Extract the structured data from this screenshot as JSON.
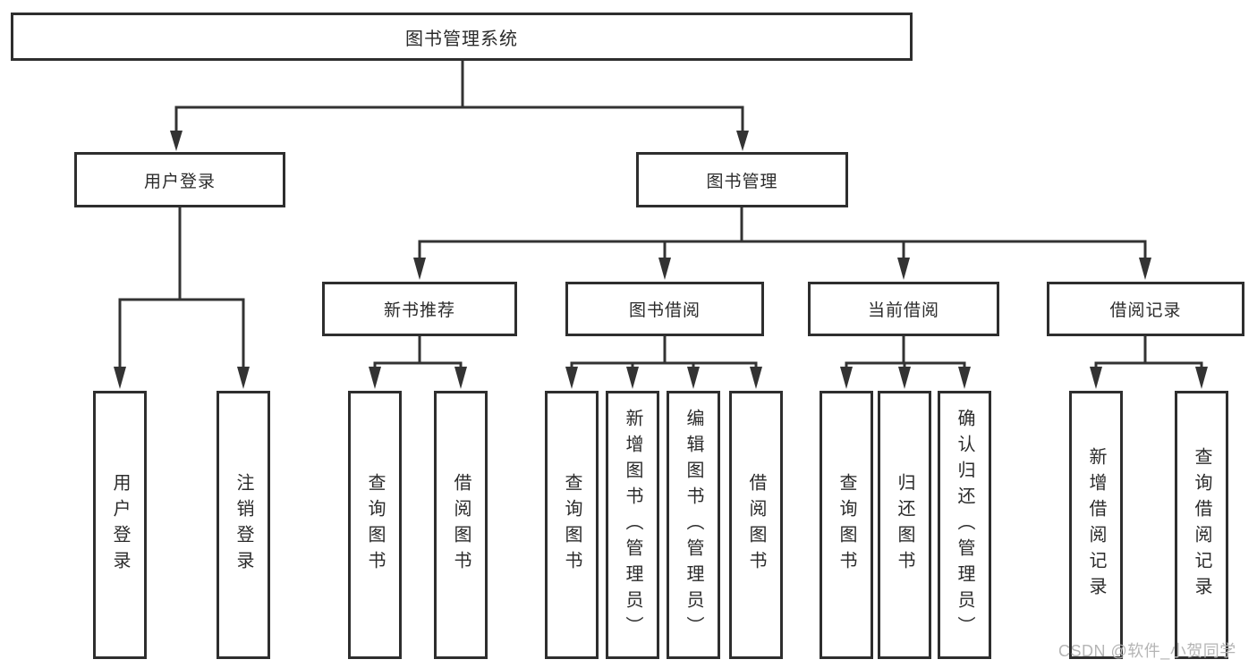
{
  "colors": {
    "line": "#333333",
    "border": "#2e2e2e",
    "text": "#2b2b2b",
    "watermark": "#b5b5b5",
    "background": "#ffffff"
  },
  "watermark": "CSDN @软件_小贺同学",
  "tree": {
    "root": "图书管理系统",
    "user_login": {
      "label": "用户登录",
      "children": [
        "用户登录",
        "注销登录"
      ]
    },
    "book_mgmt": {
      "label": "图书管理",
      "new_book": {
        "label": "新书推荐",
        "children": [
          "查询图书",
          "借阅图书"
        ]
      },
      "borrow": {
        "label": "图书借阅",
        "children": [
          "查询图书",
          "新增图书（管理员）",
          "编辑图书（管理员）",
          "借阅图书"
        ]
      },
      "current": {
        "label": "当前借阅",
        "children": [
          "查询图书",
          "归还图书",
          "确认归还（管理员）"
        ]
      },
      "records": {
        "label": "借阅记录",
        "children": [
          "新增借阅记录",
          "查询借阅记录"
        ]
      }
    }
  }
}
